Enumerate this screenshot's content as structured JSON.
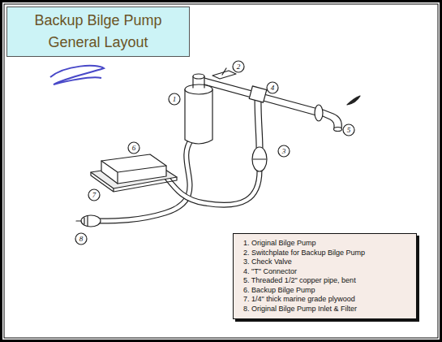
{
  "diagram": {
    "title": "Backup Bilge Pump General Layout",
    "nodes": [
      {
        "text": [
          "1. Original Bilge Pump",
          "2. Switchplate for Backup Bilge Pump",
          "3. Check Valve",
          "4. \"T\" Connector",
          "5. Threaded 1/2\" copper pipe, bent",
          "6. Backup Bilge Pump",
          "7. 1/4\" thick marine grade plywood",
          "8. Original Bilge Pump Inlet & Filter"
        ]
      }
    ],
    "labels": [
      "1",
      "2",
      "3",
      "4",
      "5",
      "6",
      "7",
      "8"
    ]
  }
}
